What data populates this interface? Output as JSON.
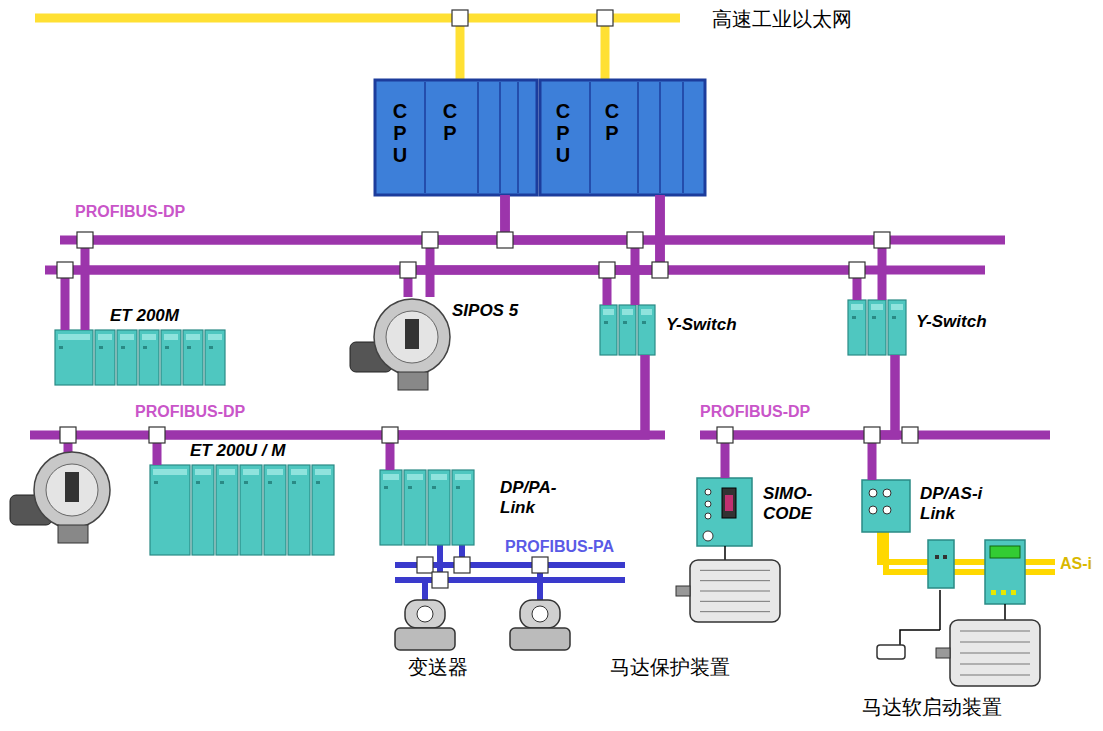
{
  "diagram": {
    "nodes": [
      {
        "text": [
          "CPU",
          "CP"
        ]
      },
      {
        "text": [
          "CPU",
          "CP"
        ]
      },
      {
        "text": [
          "ET 200M"
        ]
      },
      {
        "text": [
          "SIPOS 5"
        ]
      },
      {
        "text": [
          "Y-Switch"
        ]
      },
      {
        "text": [
          "Y-Switch"
        ]
      },
      {
        "text": [
          "ET 200U / M"
        ]
      },
      {
        "text": [
          "DP/PA- Link"
        ]
      },
      {
        "text": [
          "SIMO- CODE"
        ]
      },
      {
        "text": [
          "DP/AS-i Link"
        ]
      }
    ],
    "edges": [
      {
        "from": 0,
        "to": 2,
        "arrow": "none"
      },
      {
        "from": 0,
        "to": 3,
        "arrow": "none"
      },
      {
        "from": 0,
        "to": 4,
        "arrow": "none"
      },
      {
        "from": 0,
        "to": 5,
        "arrow": "none"
      },
      {
        "from": 1,
        "to": 2,
        "arrow": "none"
      },
      {
        "from": 1,
        "to": 3,
        "arrow": "none"
      },
      {
        "from": 1,
        "to": 4,
        "arrow": "none"
      },
      {
        "from": 1,
        "to": 5,
        "arrow": "none"
      },
      {
        "from": 4,
        "to": 6,
        "arrow": "none"
      },
      {
        "from": 4,
        "to": 7,
        "arrow": "none"
      },
      {
        "from": 5,
        "to": 8,
        "arrow": "none"
      },
      {
        "from": 5,
        "to": 9,
        "arrow": "none"
      }
    ],
    "labels": [
      "高速工业以太网",
      "PROFIBUS-DP",
      "PROFIBUS-DP",
      "PROFIBUS-DP",
      "PROFIBUS-PA",
      "AS-i",
      "变送器",
      "马达保护装置",
      "马达软启动装置"
    ]
  }
}
